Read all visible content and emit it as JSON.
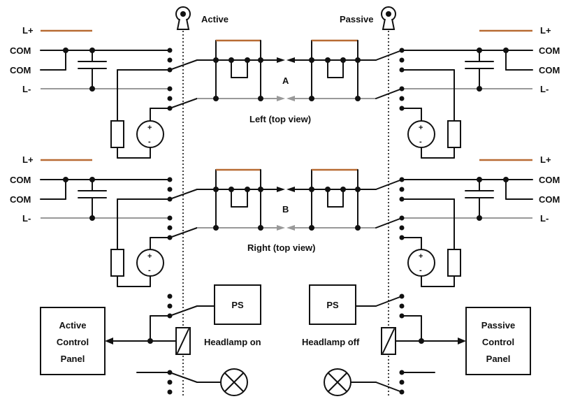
{
  "labels": {
    "active": "Active",
    "passive": "Passive",
    "l_plus": "L+",
    "com": "COM",
    "l_minus": "L-",
    "node_a": "A",
    "node_b": "B",
    "left_view": "Left (top view)",
    "right_view": "Right (top view)",
    "ps": "PS",
    "headlamp_on": "Headlamp on",
    "headlamp_off": "Headlamp off",
    "active_panel": [
      "Active",
      "Control",
      "Panel"
    ],
    "passive_panel": [
      "Passive",
      "Control",
      "Panel"
    ]
  },
  "colors": {
    "wire": "#111111",
    "gray_wire": "#999999",
    "orange_wire": "#b86b33"
  }
}
